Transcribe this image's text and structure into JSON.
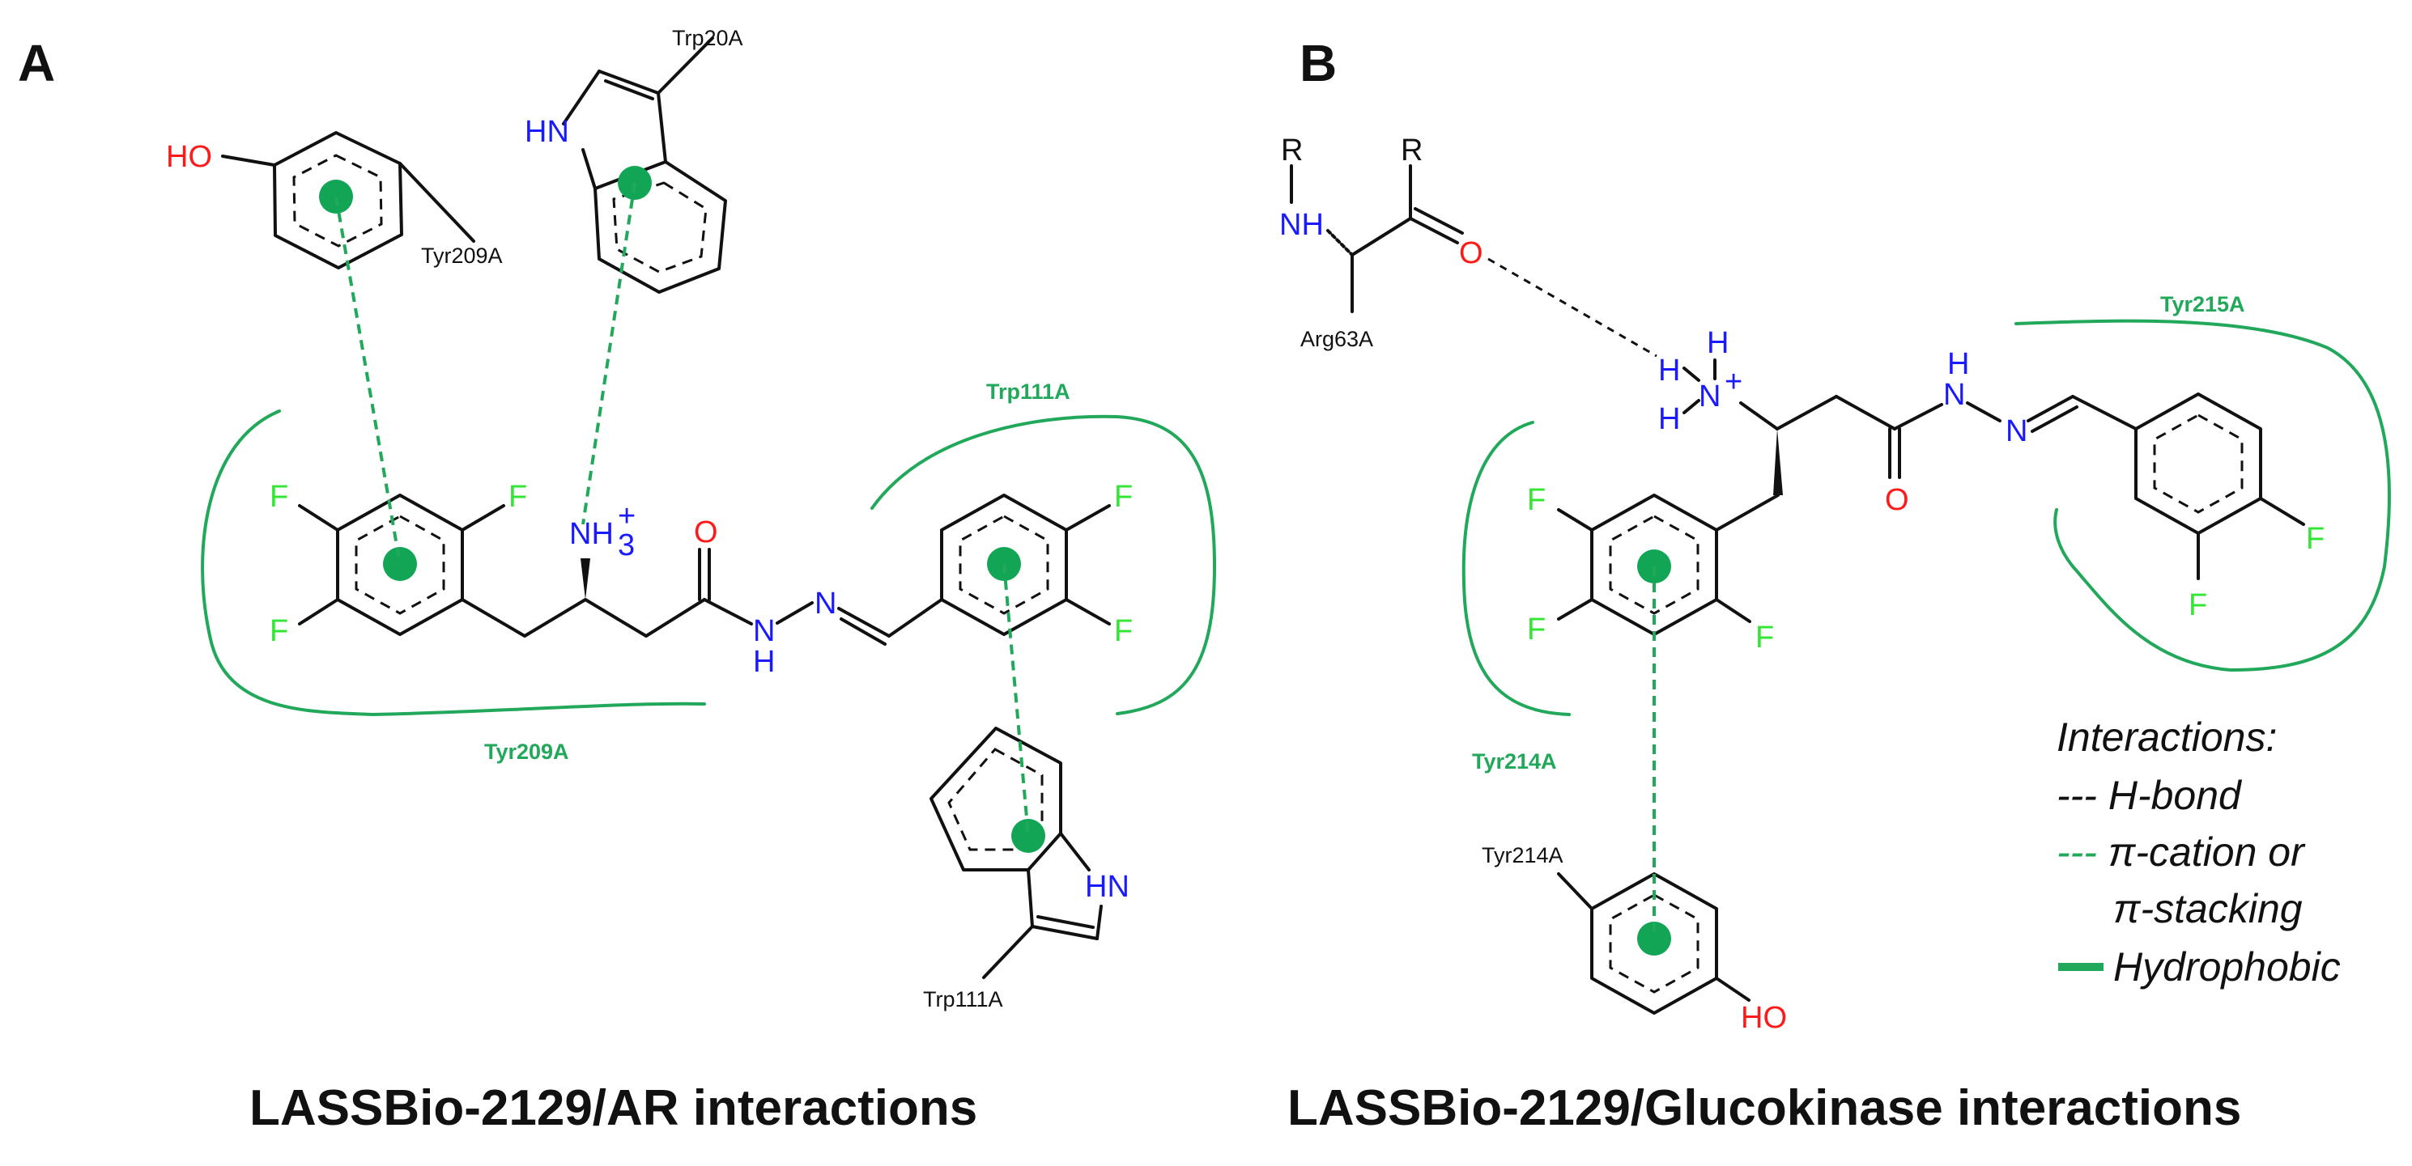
{
  "colors": {
    "bond": "#111111",
    "nitrogen": "#1a1aff",
    "oxygen": "#ff1a1a",
    "fluorine": "#33e633",
    "interaction_green": "#22a85a",
    "centroid_green": "#12a556"
  },
  "panel_a": {
    "letter": "A",
    "caption": "LASSBio-2129/AR interactions",
    "atoms": {
      "ho": "HO",
      "nh_indole_top": "HN",
      "f_tl": "F",
      "f_tr": "F",
      "f_bl": "F",
      "nh3": "NH",
      "nh3_sub": "3",
      "nh3_sup": "+",
      "o_carbonyl": "O",
      "n_hydrazone": "N",
      "h_amide": "H",
      "f_right_top": "F",
      "f_right_bottom": "F",
      "nh_indole_bottom": "HN"
    },
    "residues": {
      "tyr_ring": "Tyr209A",
      "trp_top": "Trp20A",
      "trp_bottom": "Trp111A"
    },
    "hydrophobic_labels": {
      "right": "Trp111A",
      "bottom": "Tyr209A"
    }
  },
  "panel_b": {
    "letter": "B",
    "caption": "LASSBio-2129/Glucokinase interactions",
    "atoms": {
      "r1": "R",
      "r2": "R",
      "nh_backbone": "NH",
      "o_backbone": "O",
      "h_top": "H",
      "h_left": "H",
      "h_bottom": "H",
      "n_plus": "N",
      "n_plus_sup": "+",
      "nh_amide_h": "H",
      "nh_amide_n": "N",
      "n_hydrazone": "N",
      "o_carbonyl": "O",
      "f_tl": "F",
      "f_ml": "F",
      "f_br": "F",
      "f_right": "F",
      "f_right_bottom": "F",
      "ho": "HO"
    },
    "residues": {
      "arg": "Arg63A",
      "tyr_ring": "Tyr214A"
    },
    "hydrophobic_labels": {
      "right": "Tyr215A",
      "left": "Tyr214A"
    }
  },
  "legend": {
    "title": "Interactions:",
    "hbond": "--- H-bond",
    "pi_line1": "--- π-cation or",
    "pi_line2": "π-stacking",
    "hydrophobic": "Hydrophobic"
  }
}
